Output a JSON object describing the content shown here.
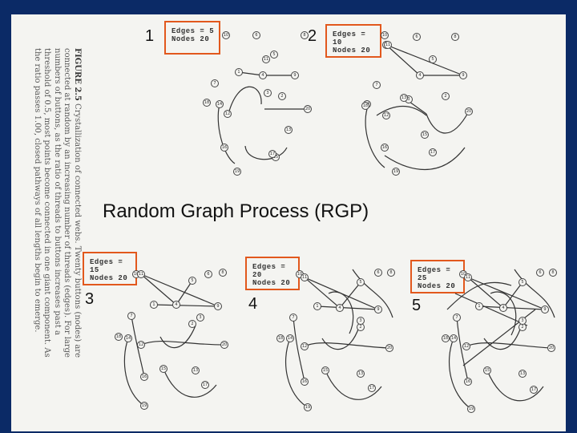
{
  "figure": {
    "heading": "FIGURE 2.5",
    "caption": "Crystallization of connected webs. Twenty buttons (nodes) are connected at random by an increasing number of threads (edges). For large numbers of buttons, as the ratio of threads to buttons increases past a threshold of 0.5, most points become connected in one giant component. As the ratio passes 1.00, closed pathways of all lengths begin to emerge."
  },
  "title": "Random Graph Process (RGP)",
  "panels": [
    {
      "label": "1",
      "edges": "5",
      "nodes": "20",
      "edges_text": "Edges",
      "nodes_text": "Nodes"
    },
    {
      "label": "2",
      "edges": "10",
      "nodes": "20",
      "edges_text": "Edges",
      "nodes_text": "Nodes"
    },
    {
      "label": "3",
      "edges": "15",
      "nodes": "20",
      "edges_text": "Edges",
      "nodes_text": "Nodes"
    },
    {
      "label": "4",
      "edges": "20",
      "nodes": "20",
      "edges_text": "Edges",
      "nodes_text": "Nodes"
    },
    {
      "label": "5",
      "edges": "25",
      "nodes": "20",
      "edges_text": "Edges",
      "nodes_text": "Nodes"
    }
  ],
  "node_labels": [
    "1",
    "2",
    "3",
    "4",
    "5",
    "6",
    "7",
    "8",
    "9",
    "10",
    "11",
    "12",
    "13",
    "14",
    "15",
    "16",
    "17",
    "18",
    "19",
    "20"
  ],
  "colors": {
    "background": "#0b2a66",
    "page": "#f4f4f1",
    "highlight": "#e2581d"
  }
}
